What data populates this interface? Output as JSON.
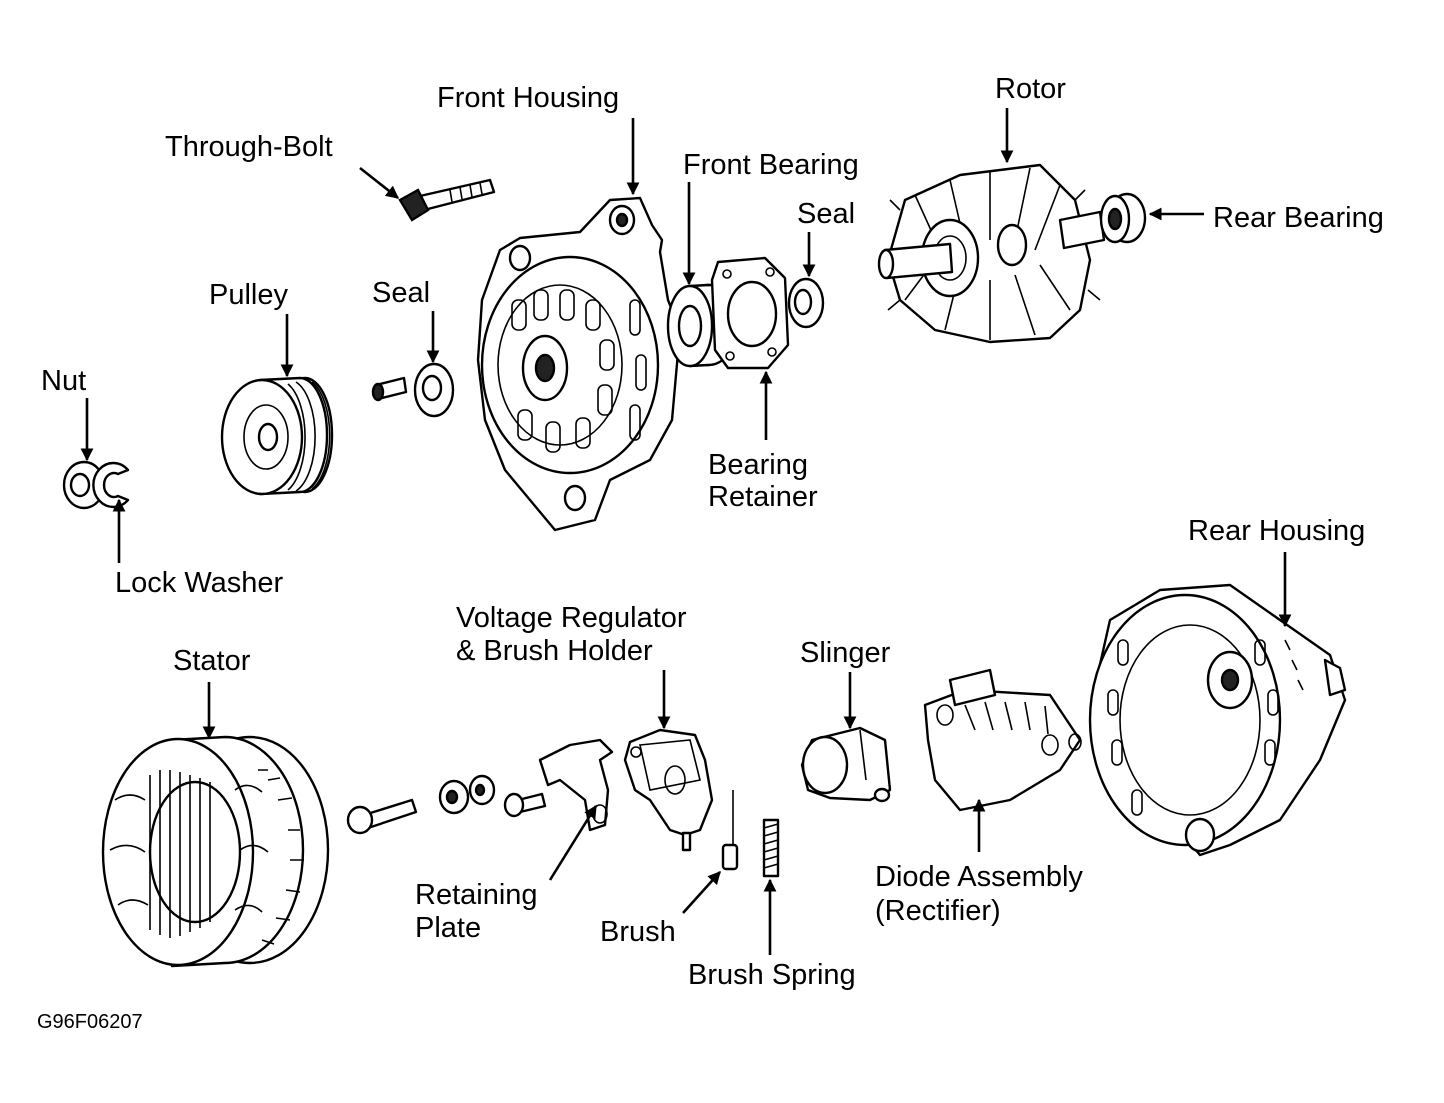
{
  "labels": {
    "through_bolt": "Through-Bolt",
    "front_housing": "Front Housing",
    "rotor": "Rotor",
    "front_bearing": "Front Bearing",
    "seal_right": "Seal",
    "rear_bearing": "Rear Bearing",
    "pulley": "Pulley",
    "seal_left": "Seal",
    "nut": "Nut",
    "lock_washer": "Lock Washer",
    "bearing_retainer_1": "Bearing",
    "bearing_retainer_2": "Retainer",
    "rear_housing": "Rear Housing",
    "voltage_regulator_1": "Voltage Regulator",
    "voltage_regulator_2": "& Brush Holder",
    "slinger": "Slinger",
    "stator": "Stator",
    "retaining_plate_1": "Retaining",
    "retaining_plate_2": "Plate",
    "brush": "Brush",
    "brush_spring": "Brush Spring",
    "diode_assembly_1": "Diode Assembly",
    "diode_assembly_2": "(Rectifier)"
  },
  "figure_code": "G96F06207"
}
